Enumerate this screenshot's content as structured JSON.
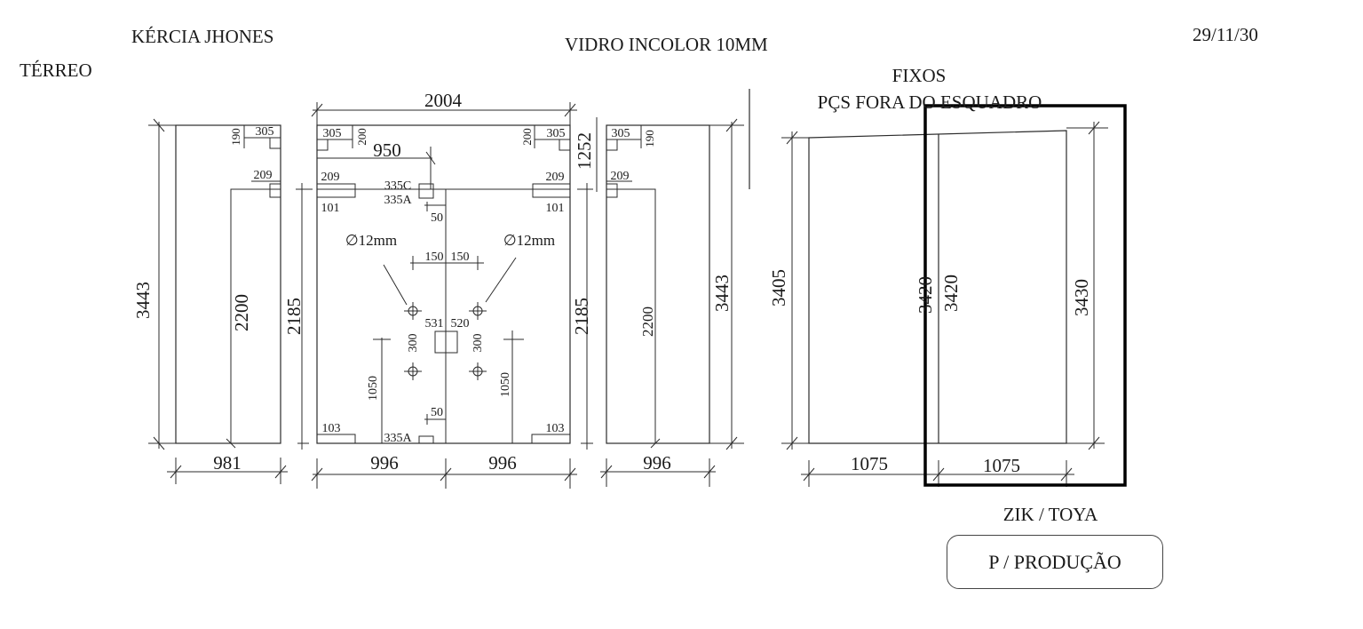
{
  "header": {
    "client": "KÉRCIA JHONES",
    "floor": "TÉRREO",
    "material": "VIDRO INCOLOR 10MM",
    "date": "29/11/30"
  },
  "fixed_panels": {
    "title": "FIXOS",
    "subtitle": "PÇS FORA DO ESQUADRO"
  },
  "footer": {
    "hardware": "ZIK / TOYA",
    "status_button": "P / PRODUÇÃO"
  },
  "dimensions": {
    "panel_left": {
      "height": "3443",
      "inner_height": "2200",
      "width": "981",
      "notch_w": "305",
      "notch_h": "190",
      "hinge": "209"
    },
    "panel_center": {
      "total_width": "2004",
      "height": "2185",
      "half_width": "996",
      "notch_w": "305",
      "notch_h": "200",
      "offset": "950",
      "right_height": "1252",
      "hinge_top": "209",
      "hinge_bottom": "101",
      "hole_c": "335C",
      "hole_a": "335A",
      "spacing": "50",
      "hole_dia": "∅12mm",
      "half_spacing": "150",
      "lock_left": "531",
      "lock_right": "520",
      "lock_h": "300",
      "handle_h": "1050",
      "bottom_hinge": "103"
    },
    "panel_right": {
      "height": "3443",
      "inner_height": "2200",
      "width": "996",
      "notch_w": "305",
      "notch_h": "190",
      "hinge": "209"
    },
    "fixed_left": {
      "left_height": "3405",
      "right_height": "3420",
      "width": "1075"
    },
    "fixed_right": {
      "left_height": "3420",
      "right_height": "3430",
      "width": "1075"
    }
  }
}
